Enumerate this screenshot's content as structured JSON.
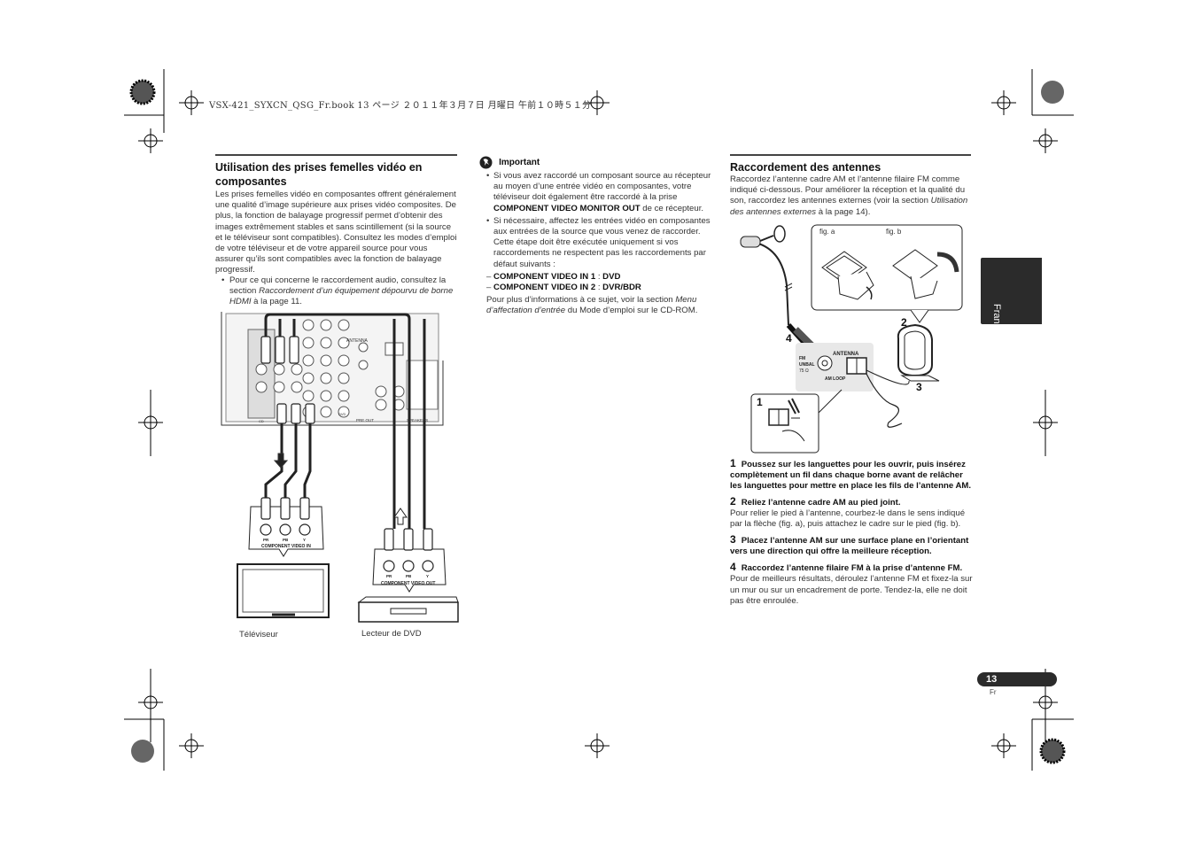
{
  "header": {
    "file_line": "VSX-421_SYXCN_QSG_Fr.book  13 ページ  ２０１１年３月７日  月曜日  午前１０時５１分"
  },
  "left": {
    "title_l1": "Utilisation des prises femelles vidéo en",
    "title_l2": "composantes",
    "para_html": "Les prises femelles vidéo en composantes offrent généralement une qualité d’image supérieure aux prises vidéo composites. De plus, la fonction de balayage progressif permet d’obtenir des images extrêmement stables et sans scintillement (si la source et le téléviseur sont compatibles). Consultez les modes d’emploi de votre téléviseur et de votre appareil source pour vous assurer qu’ils sont compatibles avec la fonction de balayage progressif.",
    "bullet_a": "Pour ce qui concerne le raccordement audio, consultez la section ",
    "bullet_i": "Raccordement d’un équipement dépourvu de borne HDMI",
    "bullet_b": " à la page 11.",
    "tv_caption": "Téléviseur",
    "dvd_caption": "Lecteur de DVD",
    "tv_jacks_label": "COMPONENT VIDEO IN",
    "dvd_jacks_label": "COMPONENT VIDEO OUT",
    "jack_pr": "PR",
    "jack_pb": "PB",
    "jack_y": "Y",
    "panel_antenna": "ANTENNA",
    "panel_preout": "PRE OUT",
    "panel_speakers": "SPEAKERS",
    "panel_dvd": "DVD",
    "panel_cd": "CD"
  },
  "middle": {
    "important_label": "Important",
    "bullet1_a": "Si vous avez raccordé un composant source au récepteur au moyen d’une entrée vidéo en composantes, votre téléviseur doit également être raccordé à la prise ",
    "bullet1_b": "COMPONENT VIDEO MONITOR OUT",
    "bullet1_c": " de ce récepteur.",
    "bullet2": "Si nécessaire, affectez les entrées vidéo en composantes aux entrées de la source que vous venez de raccorder. Cette étape doit être exécutée uniquement si vos raccordements ne respectent pas les raccordements par défaut suivants :",
    "dash1_a": "COMPONENT VIDEO IN 1",
    "dash1_b": "DVD",
    "dash2_a": "COMPONENT VIDEO IN 2",
    "dash2_b": "DVR/BDR",
    "more_a": "Pour plus d’informations à ce sujet, voir la section ",
    "more_i": "Menu d’affectation d’entrée",
    "more_b": " du Mode d’emploi sur le CD-ROM."
  },
  "right": {
    "title": "Raccordement des antennes",
    "intro_a": "Raccordez l’antenne cadre AM et l’antenne filaire FM comme indiqué ci-dessous. Pour améliorer la réception et la qualité du son, raccordez les antennes externes (voir la section ",
    "intro_i": "Utilisation des antennes externes",
    "intro_b": " à la page 14).",
    "fig_a": "fig. a",
    "fig_b": "fig. b",
    "diag_antenna": "ANTENNA",
    "diag_fm": "FM",
    "diag_unbal": "UNBAL",
    "diag_ohm": "75 Ω",
    "diag_amloop": "AM LOOP",
    "callout_1": "1",
    "callout_2": "2",
    "callout_3": "3",
    "callout_4": "4",
    "steps": [
      {
        "num": "1",
        "title": "Poussez sur les languettes pour les ouvrir, puis insérez complètement un fil dans chaque borne avant de relâcher les languettes pour mettre en place les fils de l’antenne AM.",
        "body": ""
      },
      {
        "num": "2",
        "title": "Reliez l’antenne cadre AM au pied joint.",
        "body": "Pour relier le pied à l’antenne, courbez-le dans le sens indiqué par la flèche (fig. a), puis attachez le cadre sur le pied (fig. b)."
      },
      {
        "num": "3",
        "title": "Placez l’antenne AM sur une surface plane en l’orientant vers une direction qui offre la meilleure réception.",
        "body": ""
      },
      {
        "num": "4",
        "title": "Raccordez l’antenne filaire FM à la prise d’antenne FM.",
        "body": "Pour de meilleurs résultats, déroulez l’antenne FM et fixez-la sur un mur ou sur un encadrement de porte. Tendez-la, elle ne doit pas être enroulée."
      }
    ]
  },
  "side_tab": "Français",
  "page_number": "13",
  "page_lang": "Fr"
}
